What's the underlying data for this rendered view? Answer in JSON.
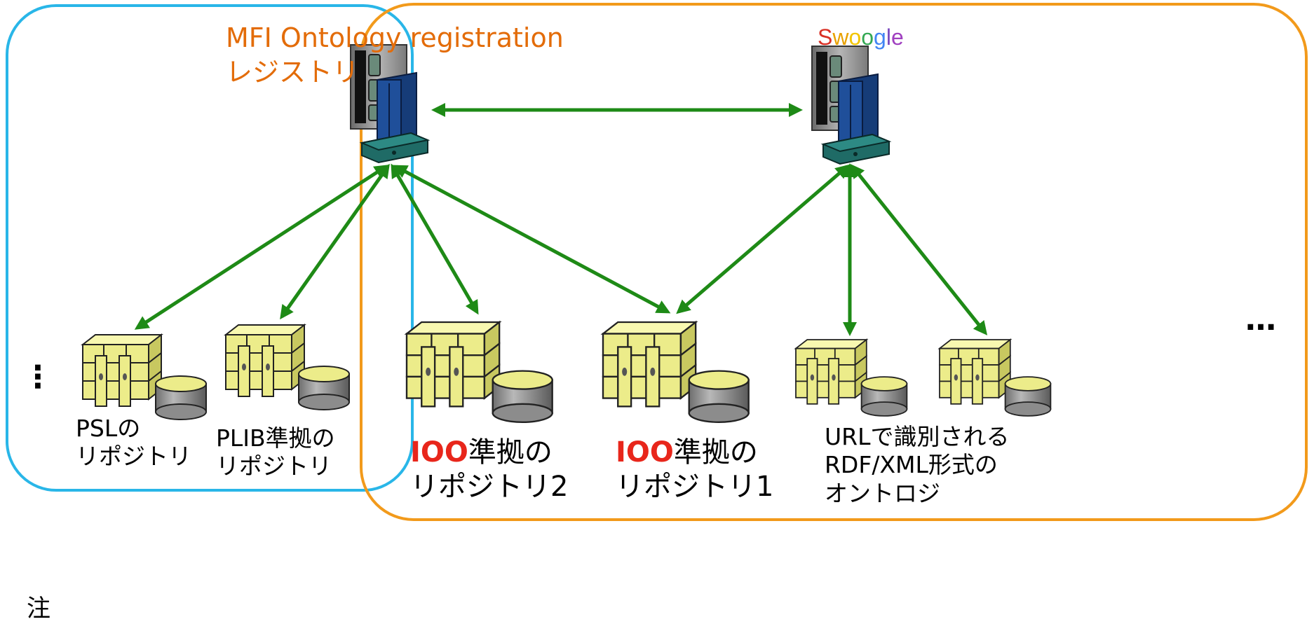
{
  "registry": {
    "title": "MFI Ontology registration",
    "subtitle": "レジストリ"
  },
  "swoogle": {
    "chars": [
      "S",
      "w",
      "o",
      "o",
      "g",
      "l",
      "e"
    ]
  },
  "repositories": [
    {
      "line1": "PSLの",
      "line2": "リポジトリ"
    },
    {
      "line1": "PLIB準拠の",
      "line2": "リポジトリ"
    },
    {
      "prefix": "IOO",
      "line1": "準拠の",
      "line2": "リポジトリ2"
    },
    {
      "prefix": "IOO",
      "line1": "準拠の",
      "line2": "リポジトリ1"
    },
    {
      "line1": "URLで識別される",
      "line2": "RDF/XML形式の",
      "line3": "オントロジ"
    }
  ],
  "ellipsis_right": "…",
  "ellipsis_left": "⋮",
  "footnote": "注",
  "colors": {
    "blue_group": "#29b6e8",
    "orange_group": "#f29a1b",
    "arrow": "#1e8a16",
    "server_blue": "#1f4f9a",
    "db_yellow": "#ecec8a"
  }
}
